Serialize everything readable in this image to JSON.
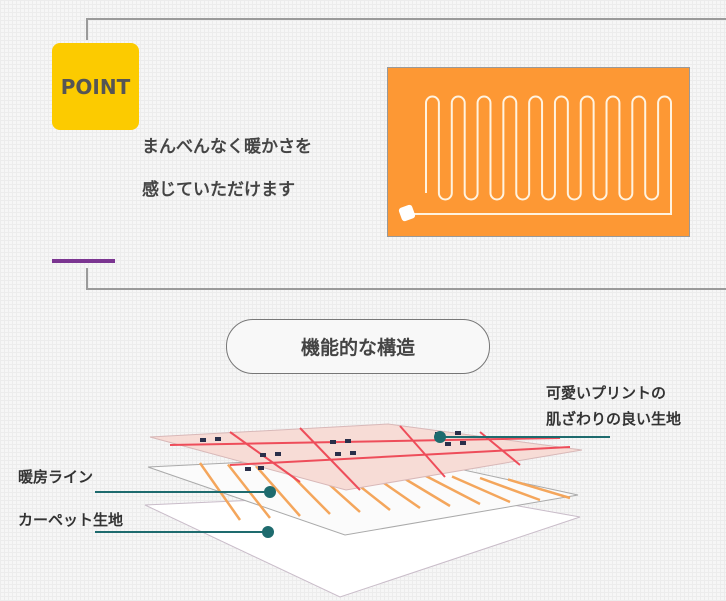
{
  "point_label": "POINT",
  "description": [
    "まんべんなく暖かさを",
    "感じていただけます"
  ],
  "section_title": "機能的な構造",
  "layers": {
    "fabric": [
      "可愛いプリントの",
      "肌ざわりの良い生地"
    ],
    "heating_line": "暖房ライン",
    "carpet": "カーペット生地"
  },
  "colors": {
    "badge": "#fccb00",
    "heater": "#fd9834",
    "accent_bar": "#7b3591",
    "pointer": "#1e6b6e"
  }
}
